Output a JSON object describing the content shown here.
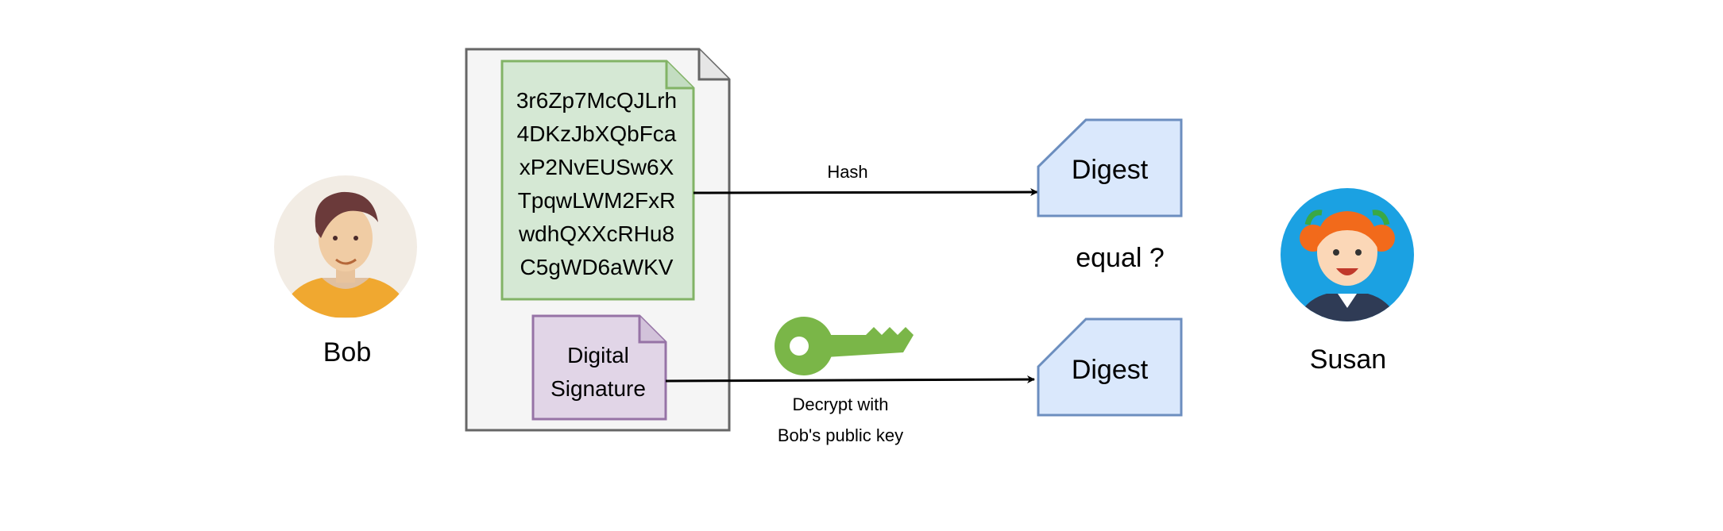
{
  "people": {
    "sender": {
      "name": "Bob",
      "icon": "man-avatar-icon"
    },
    "receiver": {
      "name": "Susan",
      "icon": "girl-avatar-icon"
    }
  },
  "document": {
    "message_lines": [
      "3r6Zp7McQJLrh",
      "4DKzJbXQbFca",
      "xP2NvEUSw6X",
      "TpqwLWM2FxR",
      "wdhQXXcRHu8",
      "C5gWD6aWKV"
    ],
    "signature_lines": [
      "Digital",
      "Signature"
    ]
  },
  "arrows": {
    "hash_label": "Hash",
    "decrypt_label_lines": [
      "Decrypt with",
      "Bob's public key"
    ]
  },
  "digests": {
    "top_label": "Digest",
    "bottom_label": "Digest"
  },
  "comparison_label": "equal ?",
  "icons": {
    "key": "key-icon"
  },
  "colors": {
    "document_fill": "#f5f5f5",
    "document_stroke": "#666666",
    "message_fill": "#d5e8d4",
    "message_stroke": "#82b366",
    "signature_fill": "#e1d5e7",
    "signature_stroke": "#9673a6",
    "digest_fill": "#dae8fc",
    "digest_stroke": "#6c8ebf",
    "key": "#7ab648",
    "susan_bg": "#1ba1e2",
    "bob_bg": "#f2ece4"
  }
}
